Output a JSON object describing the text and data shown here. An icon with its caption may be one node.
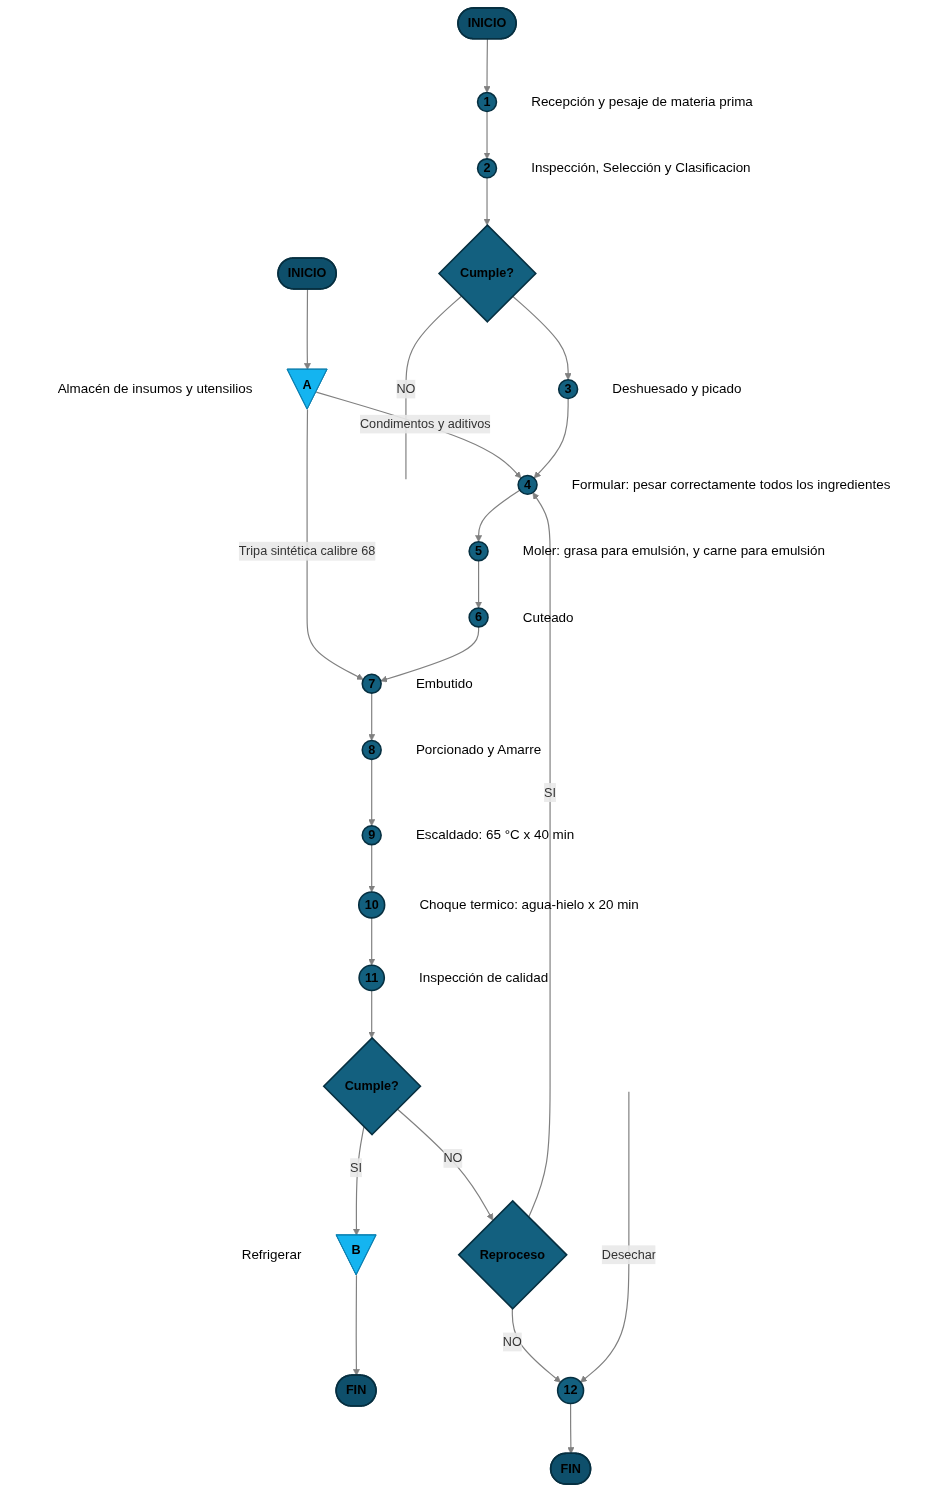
{
  "diagram": {
    "nodes": [
      {
        "text": [
          "INICIO"
        ]
      },
      {
        "text": [
          "A"
        ],
        "beside": [
          "Almacén de insumos y utensilios"
        ]
      },
      {
        "text": [
          "INICIO"
        ]
      },
      {
        "text": [
          "1"
        ],
        "beside": [
          "Recepción y pesaje de materia prima"
        ]
      },
      {
        "text": [
          "2"
        ],
        "beside": [
          "Inspección, Selección y Clasificacion"
        ]
      },
      {
        "text": [
          "Cumple?"
        ]
      },
      {
        "text": [
          "3"
        ],
        "beside": [
          "Deshuesado y picado"
        ]
      },
      {
        "text": [
          "4"
        ],
        "beside": [
          "Formular: pesar correctamente todos los ingredientes"
        ]
      },
      {
        "text": [
          "5"
        ],
        "beside": [
          "Moler: grasa para emulsión, y carne para emulsión"
        ]
      },
      {
        "text": [
          "6"
        ],
        "beside": [
          "Cuteado"
        ]
      },
      {
        "text": [
          "7"
        ],
        "beside": [
          "Embutido"
        ]
      },
      {
        "text": [
          "8"
        ],
        "beside": [
          "Porcionado y Amarre"
        ]
      },
      {
        "text": [
          "9"
        ],
        "beside": [
          "Escaldado: 65 °C x 40 min"
        ]
      },
      {
        "text": [
          "10"
        ],
        "beside": [
          "Choque termico: agua-hielo x 20 min"
        ]
      },
      {
        "text": [
          "11"
        ],
        "beside": [
          "Inspección de calidad"
        ]
      },
      {
        "text": [
          "Cumple?"
        ]
      },
      {
        "text": [
          "Reproceso"
        ]
      },
      {
        "text": [
          "B"
        ],
        "beside": [
          "Refrigerar"
        ]
      },
      {
        "text": [
          "FIN"
        ]
      },
      {
        "text": [
          "12"
        ]
      },
      {
        "text": [
          "FIN"
        ]
      }
    ],
    "edges": [
      {
        "from": 0,
        "to": 1,
        "arrow": "to"
      },
      {
        "from": 1,
        "to": 7,
        "arrow": "to",
        "label": "Condimentos y aditivos"
      },
      {
        "from": 1,
        "to": 10,
        "arrow": "to",
        "label": "Tripa sintética calibre 68"
      },
      {
        "from": 2,
        "to": 3,
        "arrow": "to"
      },
      {
        "from": 3,
        "to": 4,
        "arrow": "to"
      },
      {
        "from": 4,
        "to": 5,
        "arrow": "to"
      },
      {
        "from": 5,
        "to": 6,
        "arrow": "to"
      },
      {
        "from": 5,
        "to": null,
        "arrow": "none",
        "label": "NO"
      },
      {
        "from": 6,
        "to": 7,
        "arrow": "to"
      },
      {
        "from": 7,
        "to": 8,
        "arrow": "to"
      },
      {
        "from": 8,
        "to": 9,
        "arrow": "to"
      },
      {
        "from": 9,
        "to": 10,
        "arrow": "to"
      },
      {
        "from": 10,
        "to": 11,
        "arrow": "to"
      },
      {
        "from": 11,
        "to": 12,
        "arrow": "to"
      },
      {
        "from": 12,
        "to": 13,
        "arrow": "to"
      },
      {
        "from": 13,
        "to": 14,
        "arrow": "to"
      },
      {
        "from": 14,
        "to": 15,
        "arrow": "to"
      },
      {
        "from": 15,
        "to": 17,
        "arrow": "to",
        "label": "SI"
      },
      {
        "from": 15,
        "to": 16,
        "arrow": "to",
        "label": "NO"
      },
      {
        "from": 16,
        "to": 7,
        "arrow": "to",
        "label": "SI"
      },
      {
        "from": 16,
        "to": 19,
        "arrow": "to",
        "label": "NO"
      },
      {
        "from": null,
        "to": 19,
        "arrow": "to",
        "label": "Desechar"
      },
      {
        "from": 19,
        "to": 20,
        "arrow": "to"
      },
      {
        "from": 17,
        "to": 18,
        "arrow": "to"
      }
    ]
  }
}
